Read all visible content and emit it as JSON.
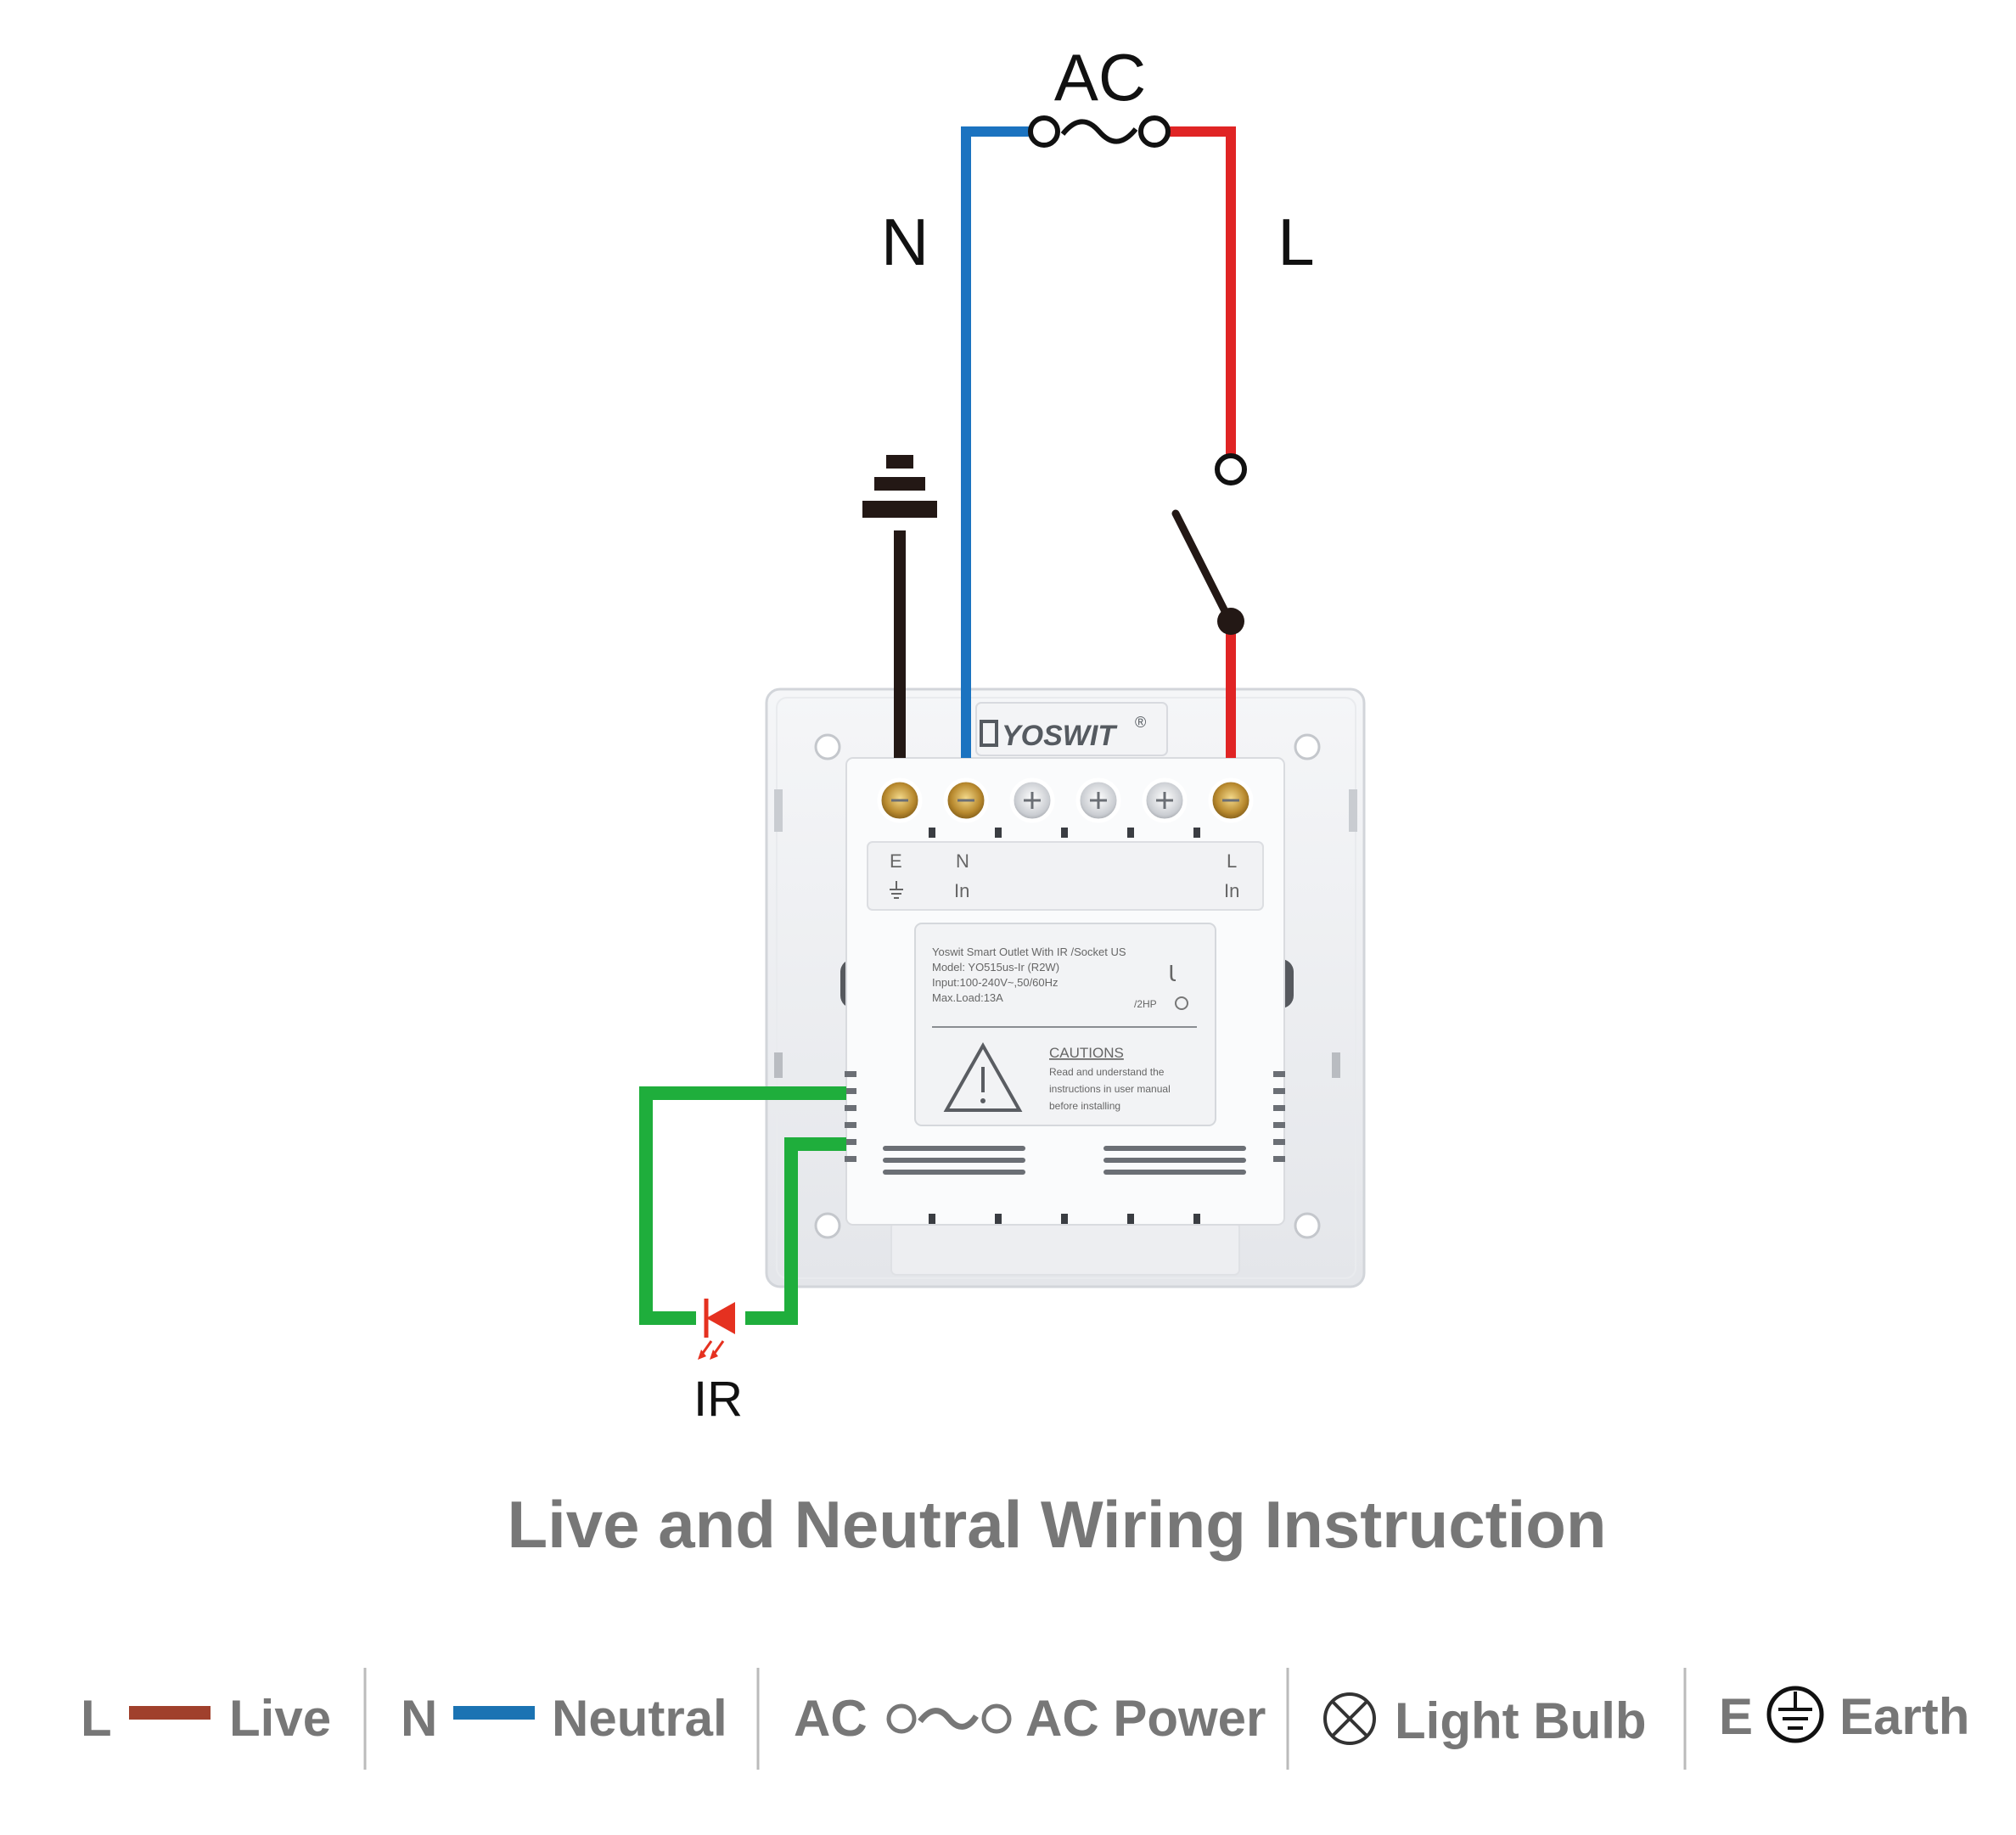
{
  "labels": {
    "ac": "AC",
    "neutral_wire": "N",
    "live_wire": "L",
    "ir": "IR"
  },
  "title": "Live and Neutral Wiring Instruction",
  "device": {
    "brand": "YOSWIT",
    "registered_mark": "®",
    "terminals": {
      "e": "E",
      "n": "N",
      "n_in": "In",
      "l": "L",
      "l_in": "In"
    },
    "spec_lines": [
      "Yoswit Smart Outlet With IR /Socket US",
      "Model:  YO515us-Ir (R2W)",
      "Input:100-240V~,50/60Hz",
      "Max.Load:13A"
    ],
    "spec_extra": "/2HP",
    "cautions_title": "CAUTIONS",
    "cautions_lines": [
      "Read and understand the",
      "instructions in user manual",
      "before installing"
    ]
  },
  "legend": [
    {
      "key": "L",
      "text": "Live",
      "symbol": "live-line",
      "color": "#a0402c"
    },
    {
      "key": "N",
      "text": "Neutral",
      "symbol": "neutral-line",
      "color": "#1b73b3"
    },
    {
      "key": "AC",
      "text": "AC Power",
      "symbol": "ac-symbol"
    },
    {
      "key": "",
      "text": "Light Bulb",
      "symbol": "bulb-icon"
    },
    {
      "key": "E",
      "text": "Earth",
      "symbol": "earth-icon"
    }
  ],
  "colors": {
    "live": "#e02424",
    "neutral": "#1b73c0",
    "earth": "#231815",
    "ir": "#1fae3c",
    "led": "#e53120",
    "legend_text": "#777777"
  }
}
